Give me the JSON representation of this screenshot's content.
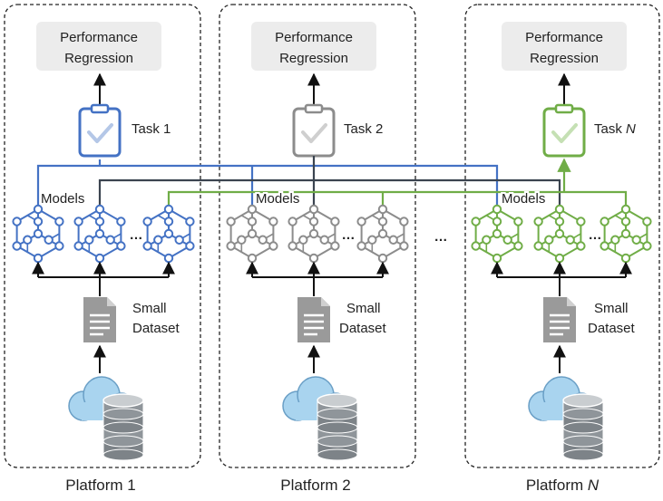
{
  "colors": {
    "blue": "#4472c4",
    "dark": "#3b4450",
    "green": "#70ad47",
    "gray": "#8c8c8c",
    "box_fill": "#ececec",
    "doc": "#9a9a9a",
    "cloud": "#a9d4ef",
    "db": "#8a8f94"
  },
  "platforms": [
    {
      "perf_line1": "Performance",
      "perf_line2": "Regression",
      "task_prefix": "Task ",
      "task_suffix": "1",
      "models_label": "Models",
      "dataset_line1": "Small",
      "dataset_line2": "Dataset",
      "platform_prefix": "Platform ",
      "platform_suffix": "1",
      "color_key": "blue",
      "icon": "clipboard-check-icon"
    },
    {
      "perf_line1": "Performance",
      "perf_line2": "Regression",
      "task_prefix": "Task ",
      "task_suffix": "2",
      "models_label": "Models",
      "dataset_line1": "Small",
      "dataset_line2": "Dataset",
      "platform_prefix": "Platform ",
      "platform_suffix": "2",
      "color_key": "gray",
      "icon": "clipboard-check-icon"
    },
    {
      "perf_line1": "Performance",
      "perf_line2": "Regression",
      "task_prefix": "Task ",
      "task_suffix": "N",
      "models_label": "Models",
      "dataset_line1": "Small",
      "dataset_line2": "Dataset",
      "platform_prefix": "Platform ",
      "platform_suffix": "N",
      "color_key": "green",
      "icon": "clipboard-check-icon"
    }
  ],
  "ellipsis": "…",
  "between_ellipsis": "…"
}
